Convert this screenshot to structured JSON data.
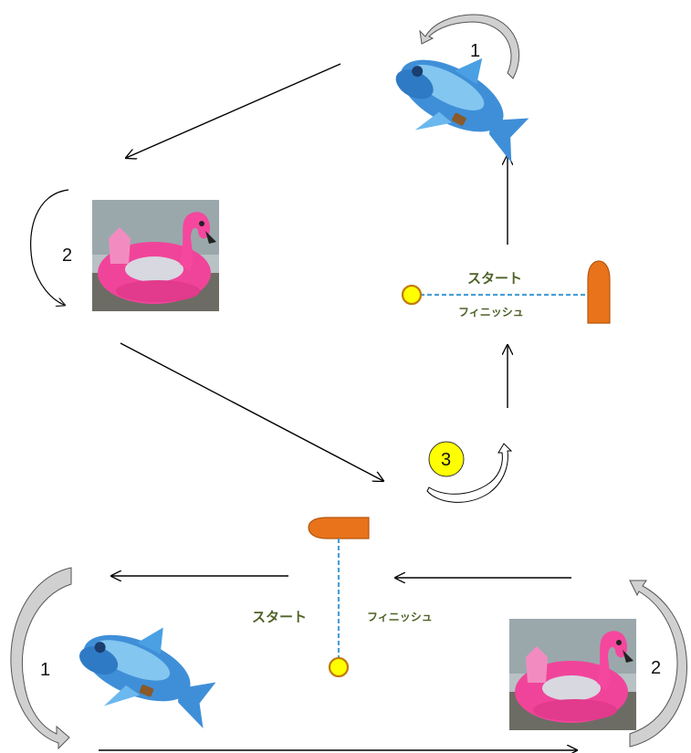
{
  "diagram": {
    "labels": {
      "mark_1_top": "1",
      "mark_2_left": "2",
      "mark_3": "3",
      "mark_1_bottom": "1",
      "mark_2_bottom": "2",
      "start_right": "スタート",
      "finish_right": "フィニッシュ",
      "start_left": "スタート",
      "finish_left": "フィニッシュ"
    },
    "marks": {
      "dolphin": "blue inflatable dolphin",
      "flamingo": "pink inflatable flamingo",
      "committee_boat": "orange boat",
      "pin_buoy": "yellow buoy"
    },
    "colors": {
      "boat": "#e8731a",
      "boat_outline": "#b65710",
      "buoy": "#ffff00",
      "buoy_outline": "#c07a10",
      "line": "#4a9fd6",
      "text_green": "#4f6228",
      "circle3": "#ffff00",
      "arrow": "#000000",
      "round_arrow_fill": "#d0d0d0"
    }
  }
}
